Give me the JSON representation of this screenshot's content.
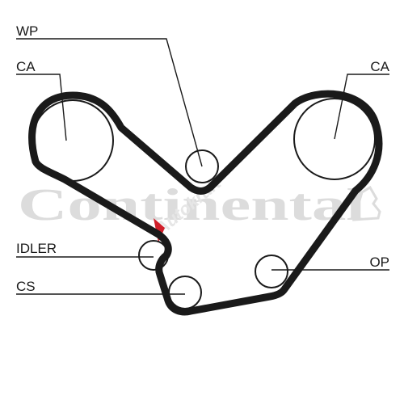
{
  "labels": {
    "wp": "WP",
    "ca_left": "CA",
    "ca_right": "CA",
    "idler": "IDLER",
    "op": "OP",
    "cs": "CS"
  },
  "watermarks": {
    "brand": "Continental",
    "shop": "Autokraft"
  },
  "colors": {
    "belt": "#1a1a1a",
    "leader": "#1a1a1a",
    "watermark": "#dcdcdc",
    "accent_red": "#d11f2a"
  }
}
